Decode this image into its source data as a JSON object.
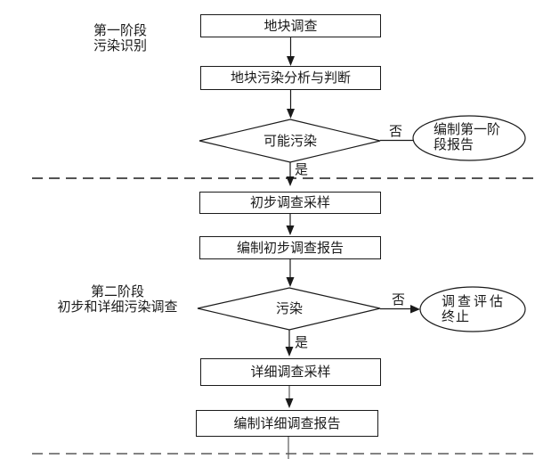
{
  "page": {
    "background": "#ffffff"
  },
  "stages": [
    {
      "line1": "第一阶段",
      "line2": "污染识别"
    },
    {
      "line1": "第二阶段",
      "line2": "初步和详细污染调查"
    }
  ],
  "nodes": {
    "site_survey": "地块调查",
    "pollution_analysis": "地块污染分析与判断",
    "possible_pollution": "可能污染",
    "phase1_report_line1": "编制第一阶",
    "phase1_report_line2": "段报告",
    "preliminary_sampling": "初步调查采样",
    "preliminary_report": "编制初步调查报告",
    "pollution": "污染",
    "terminate_line1": "调查评估",
    "terminate_line2": "终止",
    "detailed_sampling": "详细调查采样",
    "detailed_report": "编制详细调查报告"
  },
  "edge_labels": {
    "no1": "否",
    "yes1": "是",
    "no2": "否",
    "yes2": "是"
  },
  "colors": {
    "stroke": "#1a1a1a",
    "gray_line": "#5a5a5a",
    "background": "#ffffff"
  }
}
